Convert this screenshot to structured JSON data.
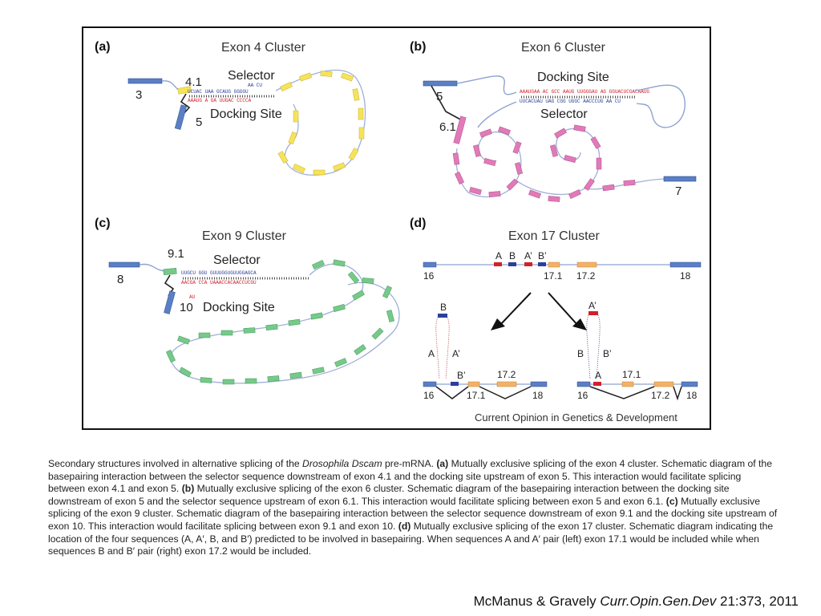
{
  "figure": {
    "panels": [
      {
        "letter": "(a)",
        "title": "Exon 4 Cluster",
        "labels": [
          "Selector",
          "Docking Site"
        ],
        "exons": [
          "3",
          "4.1",
          "5"
        ],
        "seq_top": "UCUAC  UAA  GCAUG  GGGGU",
        "seq_bottom": "AAAUG  A  GA  UUGAC  CCCCA",
        "seq_loop": "AA  CU"
      },
      {
        "letter": "(b)",
        "title": "Exon 6 Cluster",
        "labels": [
          "Docking Site",
          "Selector"
        ],
        "exons": [
          "5",
          "6.1",
          "7"
        ],
        "seq_top": "AAAUGAA AC GCC AAUG UUGGGAU AG GGUACUCGACAAUG",
        "seq_bottom": "UUCACUAU UAG CGG UGGC AACCCUG AA CU"
      },
      {
        "letter": "(c)",
        "title": "Exon 9 Cluster",
        "labels": [
          "Selector",
          "Docking Site"
        ],
        "exons": [
          "8",
          "9.1",
          "10"
        ],
        "seq_top": "UUGCU  GGU  GUUUGGUGUUGGAGCA",
        "seq_bottom": "AACGA  CCA  UAAACCACAACCUCGU",
        "seq_loop": "AU"
      },
      {
        "letter": "(d)",
        "title": "Exon 17 Cluster",
        "exons": [
          "16",
          "17.1",
          "17.2",
          "18"
        ],
        "markers": [
          "A",
          "B",
          "A’",
          "B’"
        ],
        "left_labels": [
          "B",
          "A",
          "A’",
          "B’",
          "17.2",
          "16",
          "17.1",
          "18"
        ],
        "right_labels": [
          "A’",
          "B",
          "B’",
          "A",
          "17.1",
          "16",
          "17.2",
          "18"
        ]
      }
    ],
    "credit": "Current Opinion in Genetics & Development"
  },
  "caption": {
    "p1": "Secondary structures involved in alternative splicing of the ",
    "species": "Drosophila Dscam",
    "p2": " pre-mRNA. ",
    "a": "(a)",
    "p3": " Mutually exclusive splicing of the exon 4 cluster. Schematic diagram of the basepairing interaction between the selector sequence downstream of exon 4.1 and the docking site upstream of exon 5. This interaction would facilitate splicing between exon 4.1 and exon 5. ",
    "b": "(b)",
    "p4": " Mutually exclusive splicing of the exon 6 cluster. Schematic diagram of the basepairing interaction between the docking site downstream of exon 5 and the selector sequence upstream of exon 6.1. This interaction would facilitate splicing between exon 5 and exon 6.1. ",
    "c": "(c)",
    "p5": " Mutually exclusive splicing of the exon 9 cluster. Schematic diagram of the basepairing interaction between the selector sequence downstream of exon 9.1 and the docking site upstream of exon 10. This interaction would facilitate splicing between exon 9.1 and exon 10. ",
    "d": "(d)",
    "p6": " Mutually exclusive splicing of the exon 17 cluster. Schematic diagram indicating the location of the four sequences (A, A′, B, and B′) predicted to be involved in basepairing. When sequences A and A′ pair (left) exon 17.1 would be included while when sequences B and B′ pair (right) exon 17.2 would be included."
  },
  "citation": {
    "authors": "McManus & Gravely ",
    "journal": "Curr.Opin.Gen.Dev",
    "ref": " 21:373, 2011"
  },
  "colors": {
    "exon_blue": "#5b7fc4",
    "yellow": "#f7e35a",
    "pink": "#e07ab8",
    "green": "#77c98a",
    "orange": "#f3b167",
    "red": "#d4202a",
    "navy": "#2c3f9a"
  }
}
